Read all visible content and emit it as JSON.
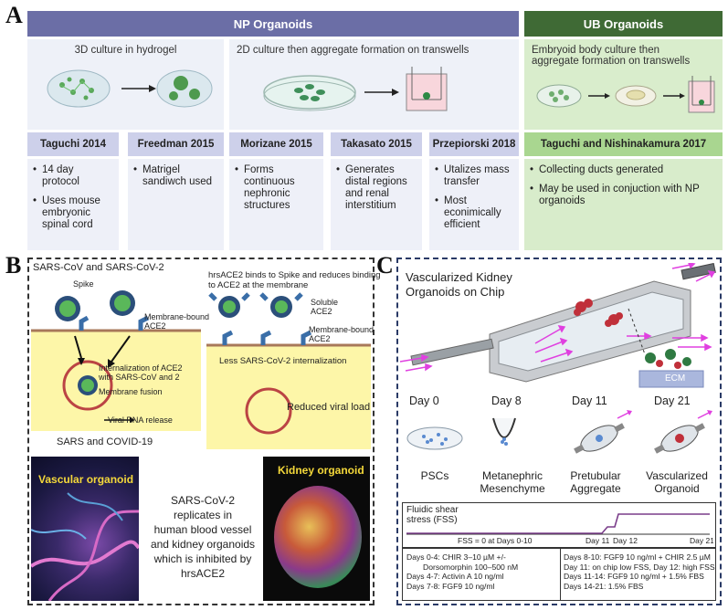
{
  "panels": {
    "a": {
      "letter": "A"
    },
    "b": {
      "letter": "B"
    },
    "c": {
      "letter": "C"
    }
  },
  "np": {
    "header": "NP Organoids",
    "culture_left": "3D culture in hydrogel",
    "culture_right": "2D culture then aggregate formation on transwells"
  },
  "ub": {
    "header": "UB Organoids",
    "culture_line1": "Embryoid body culture then",
    "culture_line2": "aggregate formation on transwells",
    "author": "Taguchi and Nishinakamura 2017",
    "bullets": [
      "Collecting ducts generated",
      "May be used in conjuction with NP organoids"
    ]
  },
  "studies": [
    {
      "author": "Taguchi 2014",
      "bullets": [
        "14 day protocol",
        "Uses mouse embryonic spinal cord"
      ]
    },
    {
      "author": "Freedman 2015",
      "bullets": [
        "Matrigel sandiwch used"
      ]
    },
    {
      "author": "Morizane 2015",
      "bullets": [
        "Forms continuous nephronic structures"
      ]
    },
    {
      "author": "Takasato 2015",
      "bullets": [
        "Generates distal regions and renal interstitium"
      ]
    },
    {
      "author": "Przepiorski 2018",
      "bullets": [
        "Utalizes mass transfer",
        "Most econimically efficient"
      ]
    }
  ],
  "b": {
    "left_title": "SARS-CoV and SARS-CoV-2",
    "spike": "Spike",
    "membrane_bound_line1": "Membrane-bound",
    "membrane_bound_line2": "ACE2",
    "internalization_line1": "Internalization of ACE2",
    "internalization_line2": "with SARS-CoV and 2",
    "membrane_fusion": "Membrane fusion",
    "viral_release": "Viral RNA release",
    "left_caption": "SARS and COVID-19",
    "right_title_line1": "hrsACE2 binds to Spike and reduces binding",
    "right_title_line2": "to ACE2 at the membrane",
    "soluble_line1": "Soluble",
    "soluble_line2": "ACE2",
    "membrane_bound_r_line1": "Membrane-bound",
    "membrane_bound_r_line2": "ACE2",
    "less_internalization": "Less SARS-CoV-2 internalization",
    "reduced_load": "Reduced viral load",
    "vascular_label": "Vascular organoid",
    "kidney_label": "Kidney organoid",
    "center_lines": [
      "SARS-CoV-2",
      "replicates in",
      "human blood vessel",
      "and kidney organoids",
      "which is inhibited by",
      "hrsACE2"
    ]
  },
  "c": {
    "title_line1": "Vascularized Kidney",
    "title_line2": "Organoids on Chip",
    "ecm": "ECM",
    "days": [
      "Day 0",
      "Day 8",
      "Day 11",
      "Day 21"
    ],
    "stages": [
      {
        "line1": "PSCs",
        "line2": ""
      },
      {
        "line1": "Metanephric",
        "line2": "Mesenchyme"
      },
      {
        "line1": "Pretubular",
        "line2": "Aggregate"
      },
      {
        "line1": "Vascularized",
        "line2": "Organoid"
      }
    ],
    "fss_line1": "Fluidic shear",
    "fss_line2": "stress (FSS)",
    "fss_zero": "FSS = 0 at Days 0-10",
    "day11": "Day 11",
    "day12": "Day 12",
    "day21": "Day 21",
    "protocol_left": [
      "Days 0-4: CHIR 3–10 µM +/-",
      "Dorsomorphin 100–500 nM",
      "Days 4-7: Activin A 10 ng/ml",
      "Days 7-8: FGF9 10 ng/ml"
    ],
    "protocol_right": [
      "Days 8-10:  FGF9 10 ng/ml + CHIR 2.5 µM",
      "Day 11: on chip low FSS, Day 12: high FSS",
      "Days 11-14: FGF9 10 ng/ml + 1.5% FBS",
      "Days 14-21: 1.5% FBS"
    ]
  },
  "colors": {
    "np_header": "#6b6ea6",
    "ub_header": "#3f6a35",
    "flow_arrow": "#e040e0",
    "fss_line": "#7a3d8a"
  }
}
